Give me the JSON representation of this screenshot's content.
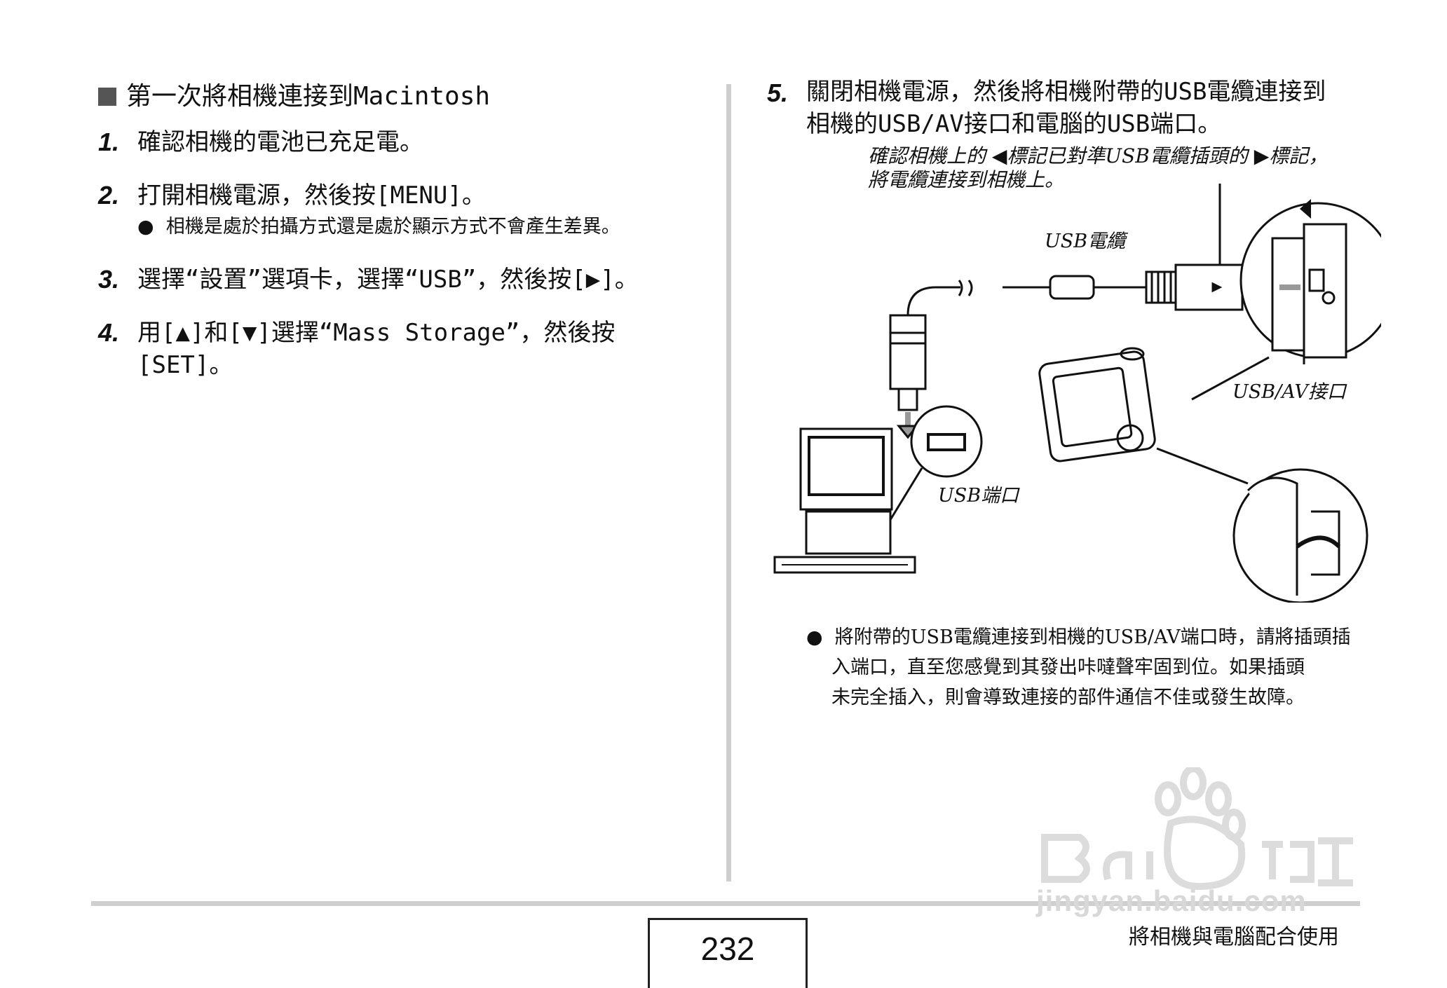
{
  "section_title": "第一次將相機連接到Macintosh",
  "steps": [
    {
      "num": "1.",
      "text": "確認相機的電池已充足電。"
    },
    {
      "num": "2.",
      "text": "打開相機電源，然後按[MENU]。",
      "bullet": "相機是處於拍攝方式還是處於顯示方式不會產生差異。"
    },
    {
      "num": "3.",
      "text": "選擇“設置”選項卡，選擇“USB”，然後按[▶]。"
    },
    {
      "num": "4.",
      "line1": "用[▲]和[▼]選擇“Mass Storage”，然後按",
      "line2": "[SET]。"
    },
    {
      "num": "5.",
      "line1": "關閉相機電源，然後將相機附帶的USB電纜連接到",
      "line2": "相機的USB/AV接口和電腦的USB端口。"
    }
  ],
  "note": {
    "line1": "確認相機上的 ◀標記已對準USB電纜插頭的 ▶標記，",
    "line2": "將電纜連接到相機上。"
  },
  "diagram": {
    "label_cable": "USB電纜",
    "label_av": "USB/AV接口",
    "label_port": "USB端口"
  },
  "bullet5": {
    "line1": "將附帶的USB電纜連接到相機的USB/AV端口時，請將插頭插",
    "line2": "入端口，直至您感覺到其發出咔噠聲牢固到位。如果插頭",
    "line3": "未完全插入，則會導致連接的部件通信不佳或發生故障。"
  },
  "page_number": "232",
  "footer": "將相機與電腦配合使用",
  "watermark": "jingyan.baidu.com"
}
